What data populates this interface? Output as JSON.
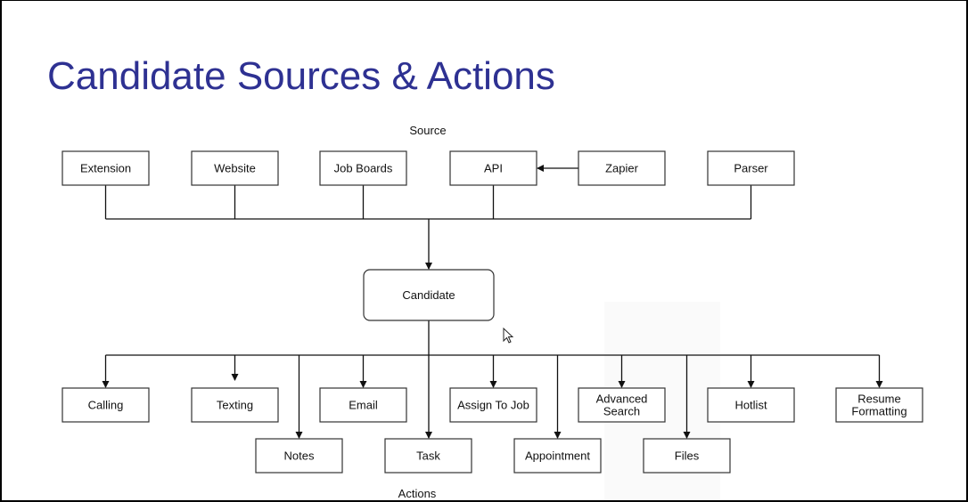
{
  "slide": {
    "title": "Candidate Sources & Actions"
  },
  "diagram": {
    "source_label": "Source",
    "actions_label": "Actions",
    "center_node": "Candidate",
    "sources": [
      {
        "id": "extension",
        "label": "Extension"
      },
      {
        "id": "website",
        "label": "Website"
      },
      {
        "id": "job-boards",
        "label": "Job Boards"
      },
      {
        "id": "api",
        "label": "API"
      },
      {
        "id": "zapier",
        "label": "Zapier"
      },
      {
        "id": "parser",
        "label": "Parser"
      }
    ],
    "actions_row1": [
      {
        "id": "calling",
        "label": [
          "Calling"
        ]
      },
      {
        "id": "texting",
        "label": [
          "Texting"
        ]
      },
      {
        "id": "email",
        "label": [
          "Email"
        ]
      },
      {
        "id": "assign-to-job",
        "label": [
          "Assign To Job"
        ]
      },
      {
        "id": "advanced-search",
        "label": [
          "Advanced",
          "Search"
        ]
      },
      {
        "id": "hotlist",
        "label": [
          "Hotlist"
        ]
      },
      {
        "id": "resume-formatting",
        "label": [
          "Resume",
          "Formatting"
        ]
      }
    ],
    "actions_row2": [
      {
        "id": "notes",
        "label": [
          "Notes"
        ]
      },
      {
        "id": "task",
        "label": [
          "Task"
        ]
      },
      {
        "id": "appointment",
        "label": [
          "Appointment"
        ]
      },
      {
        "id": "files",
        "label": [
          "Files"
        ]
      }
    ],
    "edges": [
      {
        "from": "zapier",
        "to": "api"
      },
      {
        "from": "extension",
        "to": "candidate"
      },
      {
        "from": "website",
        "to": "candidate"
      },
      {
        "from": "job-boards",
        "to": "candidate"
      },
      {
        "from": "api",
        "to": "candidate"
      },
      {
        "from": "parser",
        "to": "candidate"
      },
      {
        "from": "candidate",
        "to": "calling"
      },
      {
        "from": "candidate",
        "to": "texting"
      },
      {
        "from": "candidate",
        "to": "notes"
      },
      {
        "from": "candidate",
        "to": "email"
      },
      {
        "from": "candidate",
        "to": "task"
      },
      {
        "from": "candidate",
        "to": "assign-to-job"
      },
      {
        "from": "candidate",
        "to": "appointment"
      },
      {
        "from": "candidate",
        "to": "advanced-search"
      },
      {
        "from": "candidate",
        "to": "files"
      },
      {
        "from": "candidate",
        "to": "hotlist"
      },
      {
        "from": "candidate",
        "to": "resume-formatting"
      }
    ]
  }
}
